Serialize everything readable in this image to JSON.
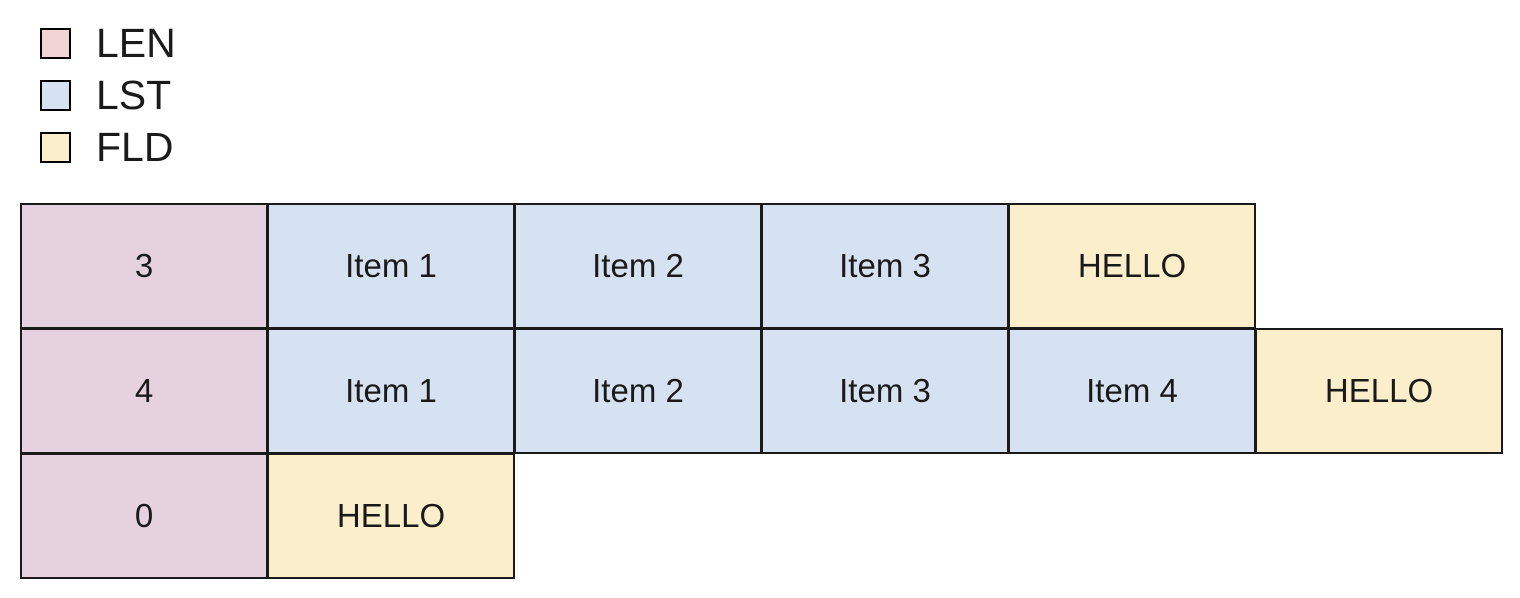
{
  "legend": {
    "items": [
      {
        "label": "LEN",
        "color": "#f2d4d4",
        "kind": "len"
      },
      {
        "label": "LST",
        "color": "#d6e2f2",
        "kind": "lst"
      },
      {
        "label": "FLD",
        "color": "#fbeecb",
        "kind": "fld"
      }
    ]
  },
  "colors": {
    "len": "#e5d2de",
    "lst": "#d6e2f2",
    "fld": "#fbeecb",
    "border": "#1a1a1a",
    "background": "#ffffff",
    "text": "#1a1a1a"
  },
  "table": {
    "rows": [
      {
        "cells": [
          {
            "text": "3",
            "kind": "len"
          },
          {
            "text": "Item 1",
            "kind": "lst"
          },
          {
            "text": "Item 2",
            "kind": "lst"
          },
          {
            "text": "Item 3",
            "kind": "lst"
          },
          {
            "text": "HELLO",
            "kind": "fld"
          }
        ]
      },
      {
        "cells": [
          {
            "text": "4",
            "kind": "len"
          },
          {
            "text": "Item 1",
            "kind": "lst"
          },
          {
            "text": "Item 2",
            "kind": "lst"
          },
          {
            "text": "Item 3",
            "kind": "lst"
          },
          {
            "text": "Item 4",
            "kind": "lst"
          },
          {
            "text": "HELLO",
            "kind": "fld"
          }
        ]
      },
      {
        "cells": [
          {
            "text": "0",
            "kind": "len"
          },
          {
            "text": "HELLO",
            "kind": "fld"
          }
        ]
      }
    ]
  }
}
